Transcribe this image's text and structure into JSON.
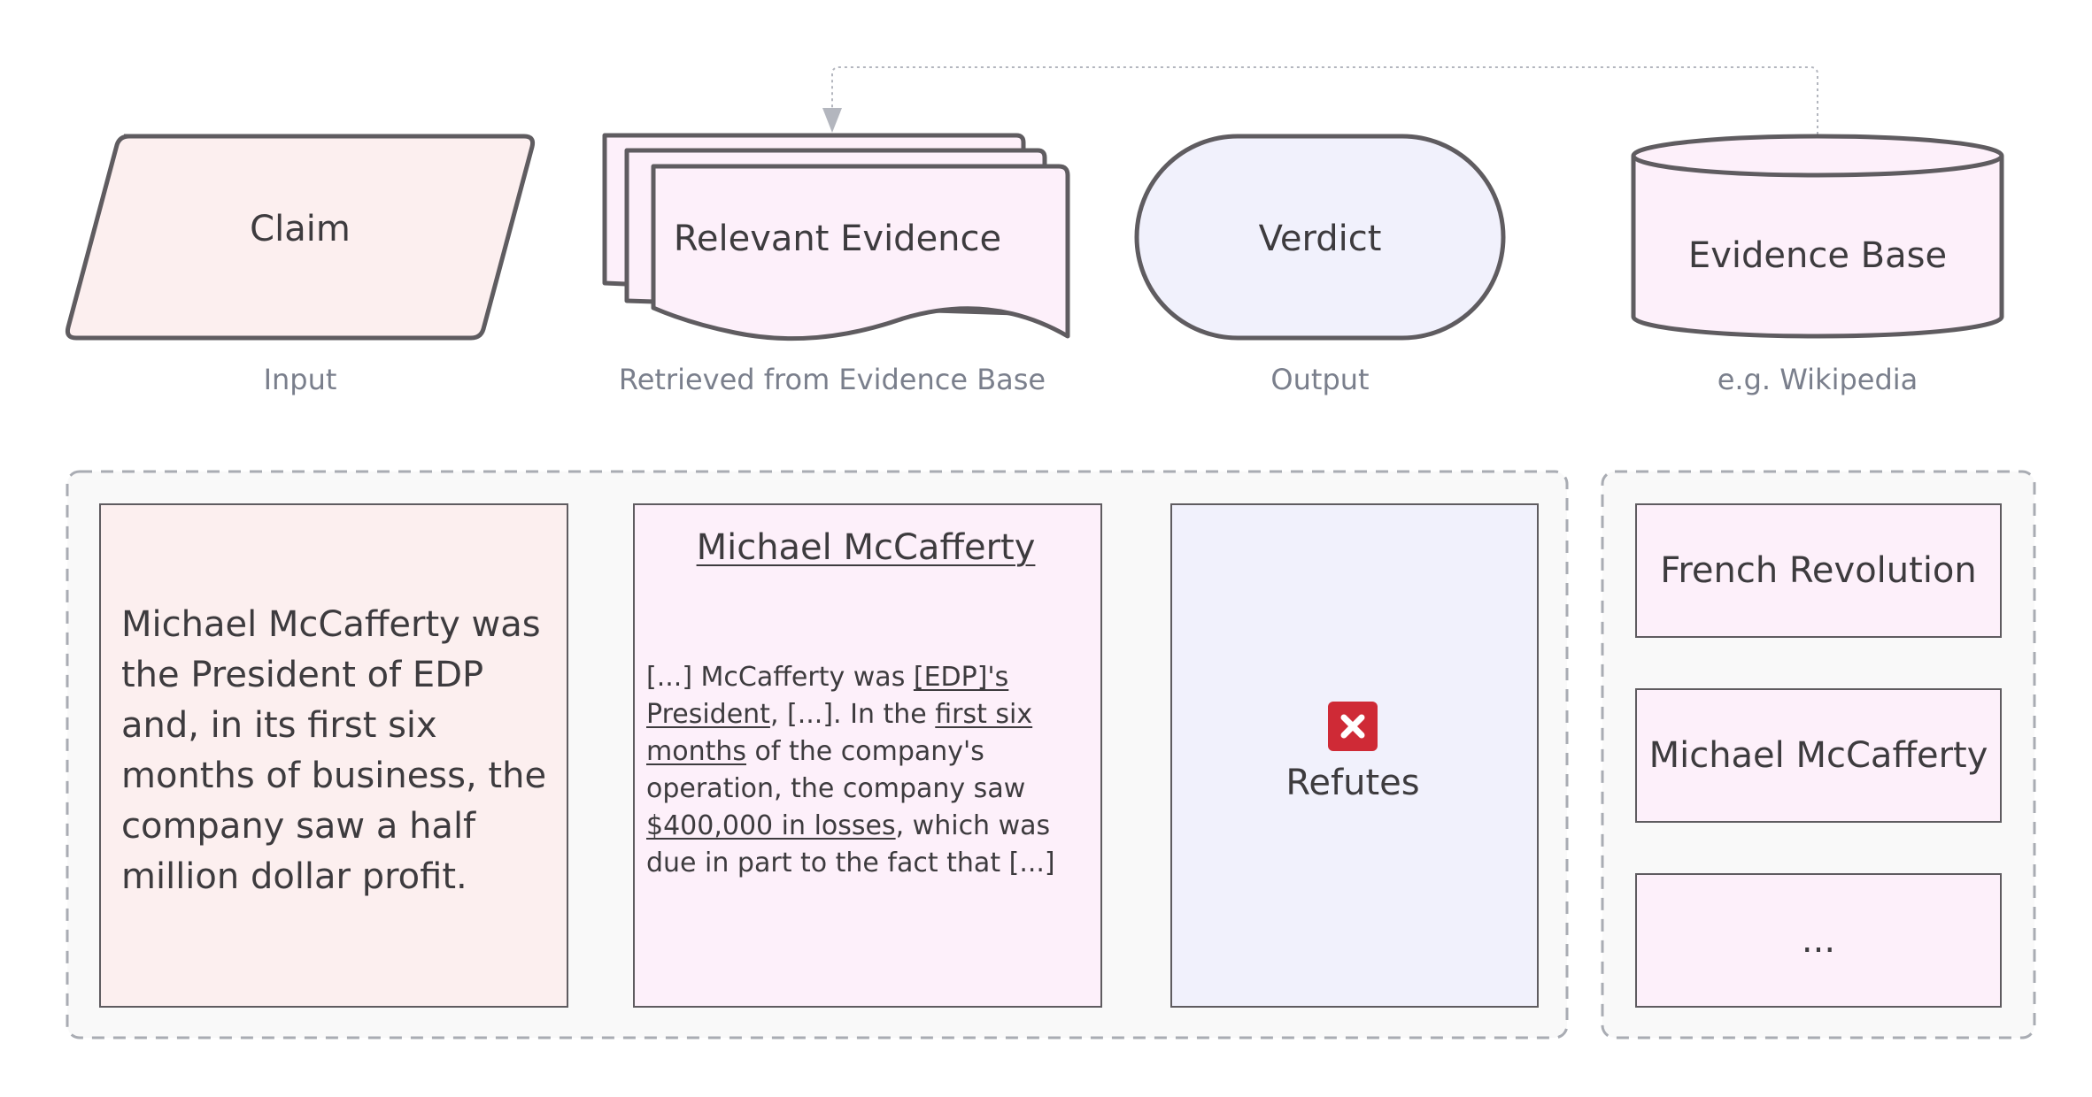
{
  "legend": {
    "claim": {
      "title": "Claim",
      "caption": "Input"
    },
    "evidence": {
      "title": "Relevant Evidence",
      "caption": "Retrieved from Evidence Base"
    },
    "verdict": {
      "title": "Verdict",
      "caption": "Output"
    },
    "evidence_base": {
      "title": "Evidence Base",
      "caption": "e.g. Wikipedia"
    }
  },
  "example": {
    "claim_text": "Michael McCafferty was the President of EDP and, in its first six months of business, the company saw a half million dollar profit.",
    "evidence_title": "Michael McCafferty",
    "evidence_body": [
      {
        "text": "[...] McCafferty was "
      },
      {
        "text": "[EDP]'s President",
        "underline": true
      },
      {
        "text": ", [...]. In the "
      },
      {
        "text": "first six months",
        "underline": true
      },
      {
        "text": " of the company's operation, the company saw "
      },
      {
        "text": "$400,000 in losses",
        "underline": true
      },
      {
        "text": ", which was due in part to the fact that [...]"
      }
    ],
    "verdict_label": "Refutes",
    "verdict_icon": "close-icon"
  },
  "evidence_base_items": [
    "French Revolution",
    "Michael McCafferty",
    "..."
  ],
  "colors": {
    "claim_fill": "#fcefef",
    "evidence_fill": "#fdf0fa",
    "verdict_fill": "#f1f1fc",
    "refutes_red": "#cf2a36",
    "outline": "#5f5c60",
    "caption": "#7a7f8c"
  }
}
